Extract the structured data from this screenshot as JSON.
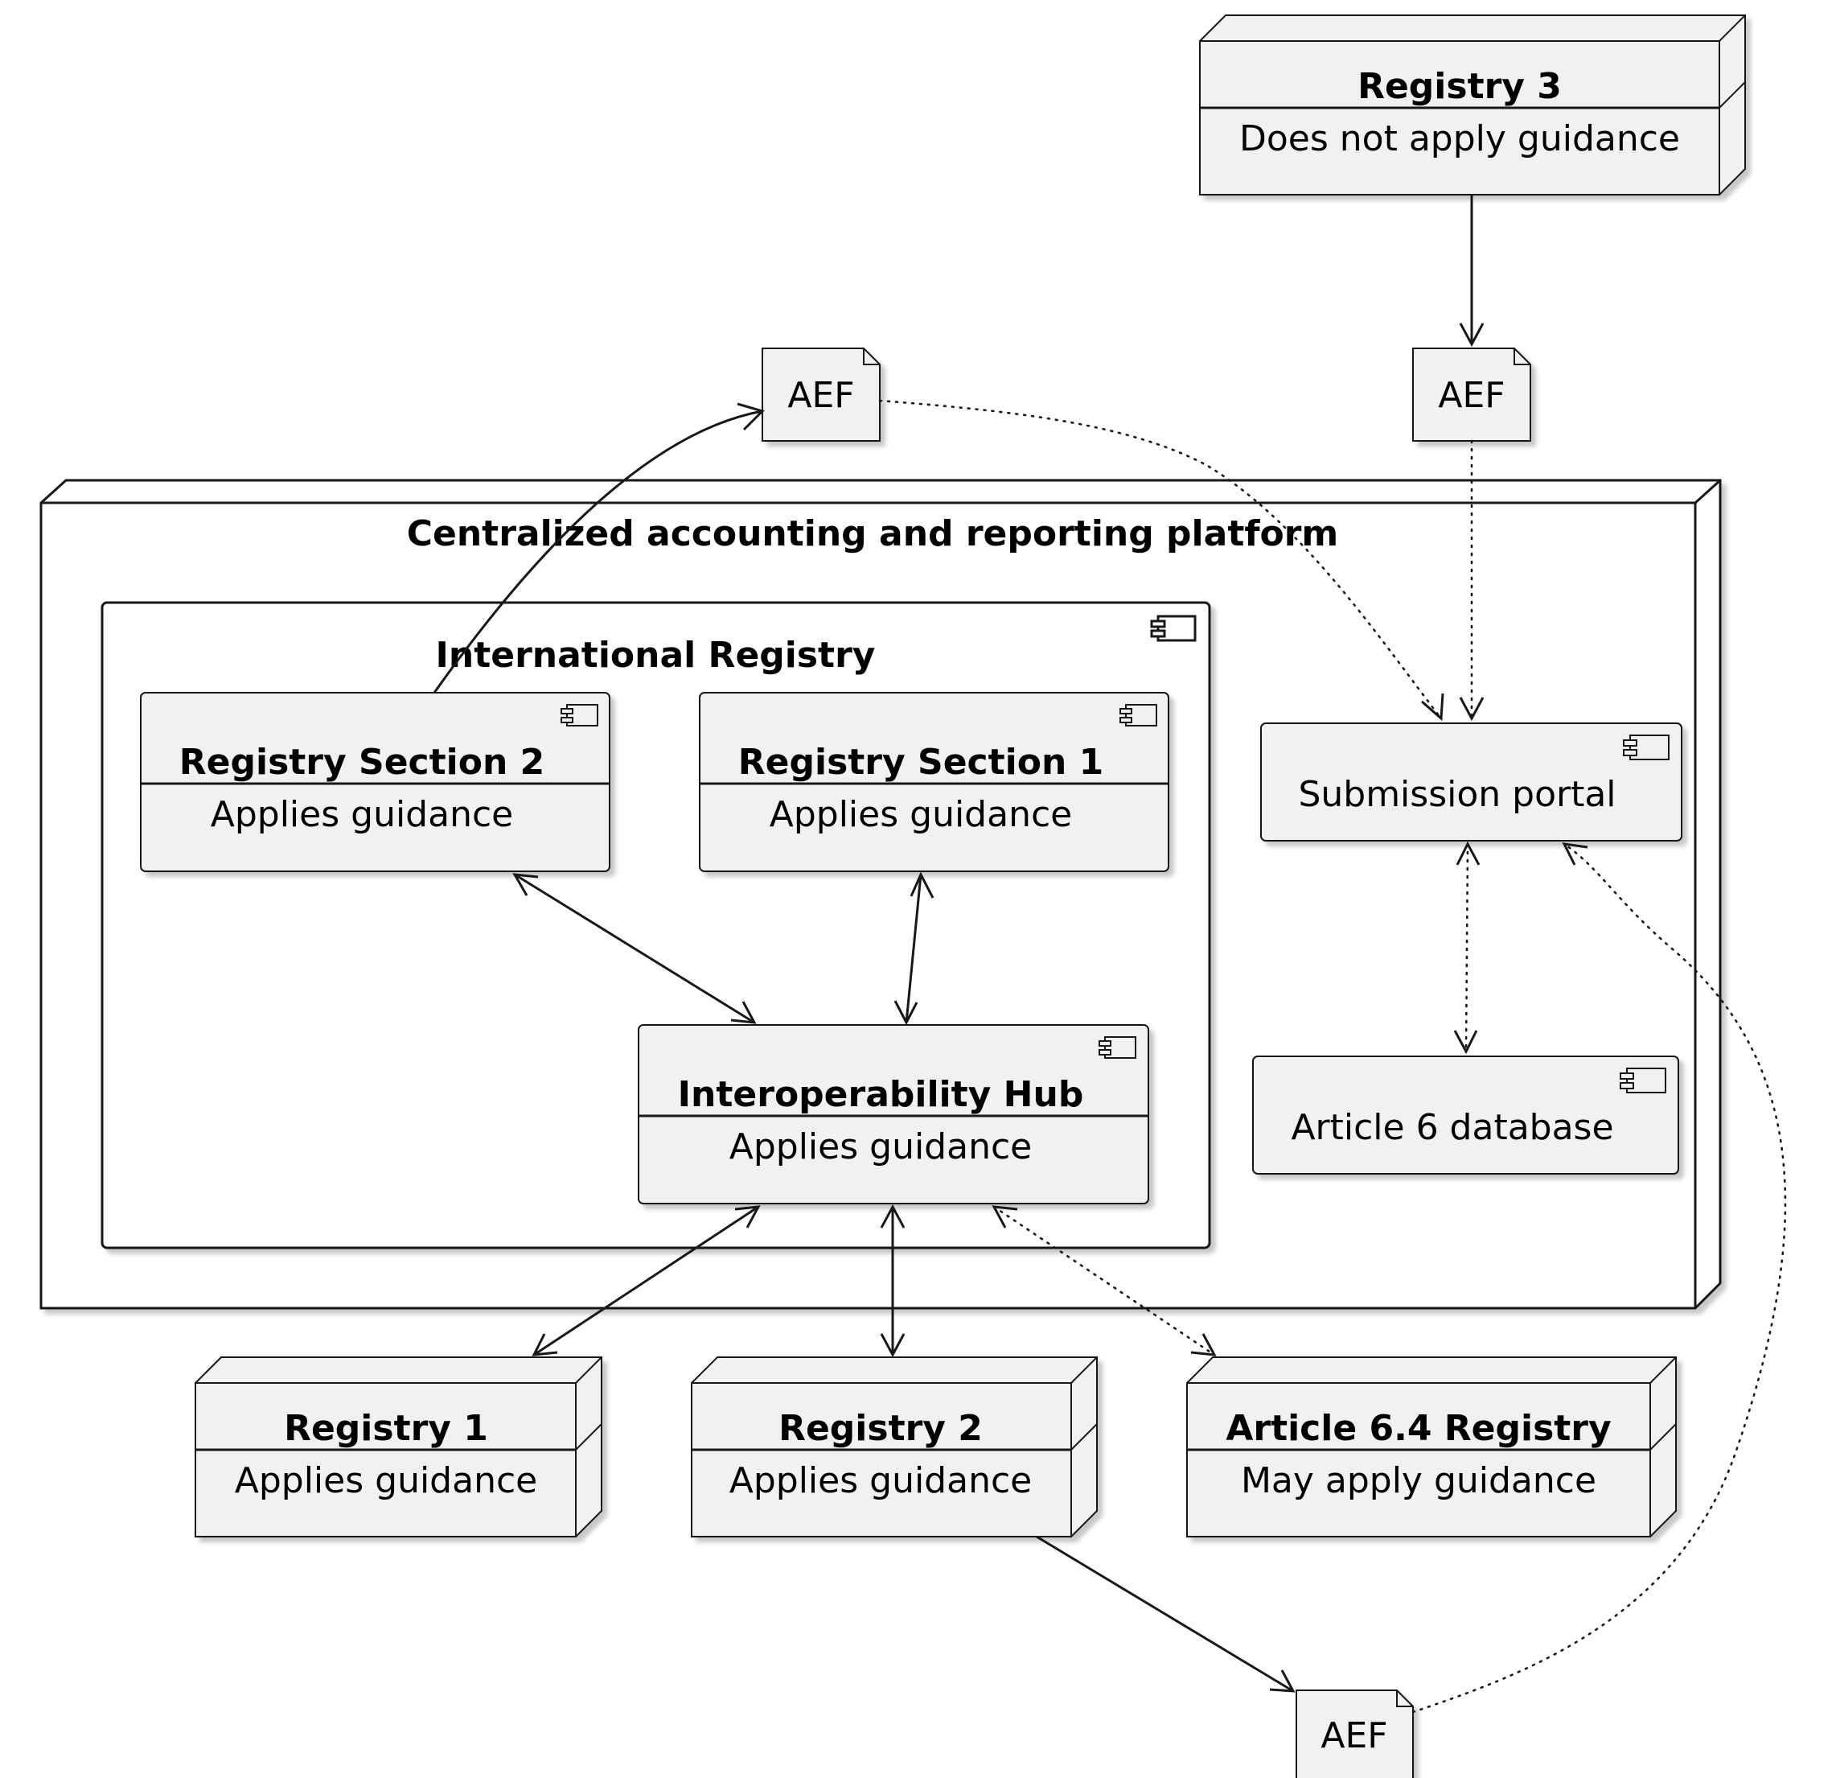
{
  "platform": {
    "title": "Centralized accounting and reporting platform"
  },
  "international_registry": {
    "title": "International Registry"
  },
  "components": {
    "section2": {
      "title": "Registry Section 2",
      "desc": "Applies guidance"
    },
    "section1": {
      "title": "Registry Section 1",
      "desc": "Applies guidance"
    },
    "hub": {
      "title": "Interoperability Hub",
      "desc": "Applies guidance"
    },
    "portal": {
      "label": "Submission portal"
    },
    "article6_db": {
      "label": "Article 6 database"
    }
  },
  "nodes": {
    "registry3": {
      "title": "Registry 3",
      "desc": "Does not apply guidance"
    },
    "registry1": {
      "title": "Registry 1",
      "desc": "Applies guidance"
    },
    "registry2": {
      "title": "Registry 2",
      "desc": "Applies guidance"
    },
    "article64": {
      "title": "Article 6.4 Registry",
      "desc": "May apply guidance"
    }
  },
  "files": {
    "aef_top_left": "AEF",
    "aef_top_right": "AEF",
    "aef_bottom": "AEF"
  }
}
